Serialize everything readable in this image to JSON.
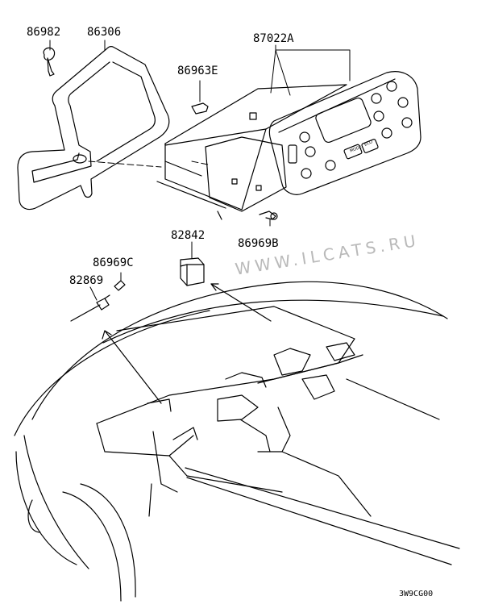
{
  "diagram": {
    "part_labels": [
      "86982",
      "86306",
      "87022A",
      "86963E",
      "82842",
      "86969B",
      "86969C",
      "82869"
    ],
    "button_labels": [
      "MODE",
      "ECO"
    ],
    "watermark": "WWW.ILCATS.RU",
    "drawing_code": "3W9CG00"
  },
  "colors": {
    "line": "#000000",
    "background": "#ffffff",
    "watermark": "#b9b9b9"
  }
}
